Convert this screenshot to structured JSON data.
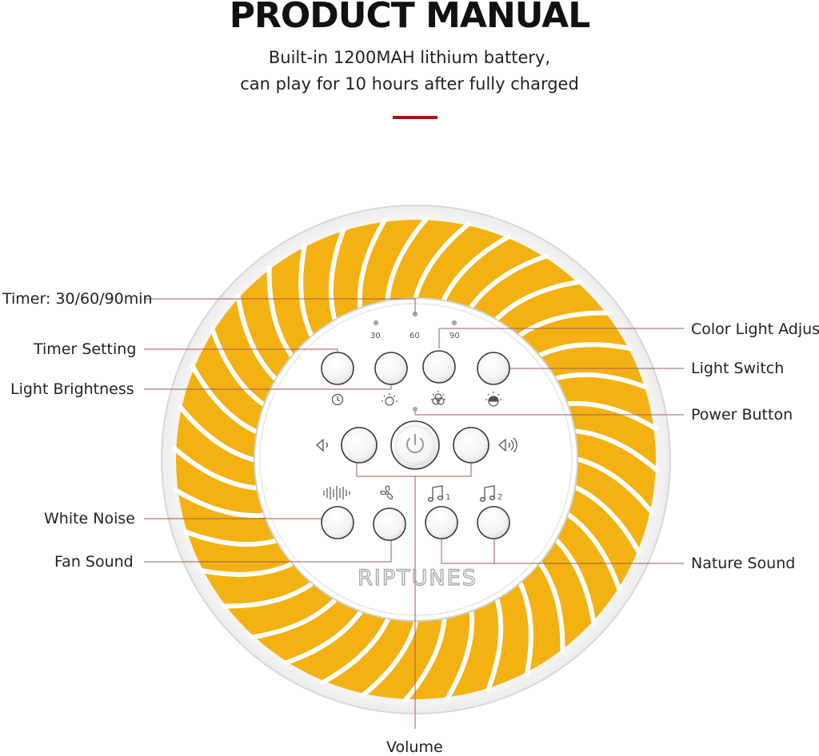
{
  "header": {
    "title": "PRODUCT MANUAL",
    "subtitle_line1": "Built-in 1200MAH lithium battery,",
    "subtitle_line2": "can play for 10 hours after fully charged"
  },
  "device": {
    "brand": "RIPTUNES",
    "timer_marks": [
      "30",
      "60",
      "90"
    ],
    "colors": {
      "ring": "#f3b212",
      "accent": "#a81216",
      "leader": "#a05a5a"
    }
  },
  "labels": {
    "timer": "Timer: 30/60/90min",
    "timer_setting": "Timer Setting",
    "light_brightness": "Light Brightness",
    "white_noise": "White Noise",
    "fan_sound": "Fan Sound",
    "color_light": "Color Light Adjus",
    "light_switch": "Light Switch",
    "power_button": "Power Button",
    "nature_sound": "Nature Sound",
    "volume": "Volume"
  },
  "icons": [
    "clock-icon",
    "sun-icon",
    "color-wheel-icon",
    "lamp-icon",
    "volume-down-icon",
    "power-icon",
    "volume-up-icon",
    "waveform-icon",
    "fan-icon",
    "music-note-1-icon",
    "music-note-2-icon"
  ],
  "note_numbers": [
    "1",
    "2"
  ]
}
